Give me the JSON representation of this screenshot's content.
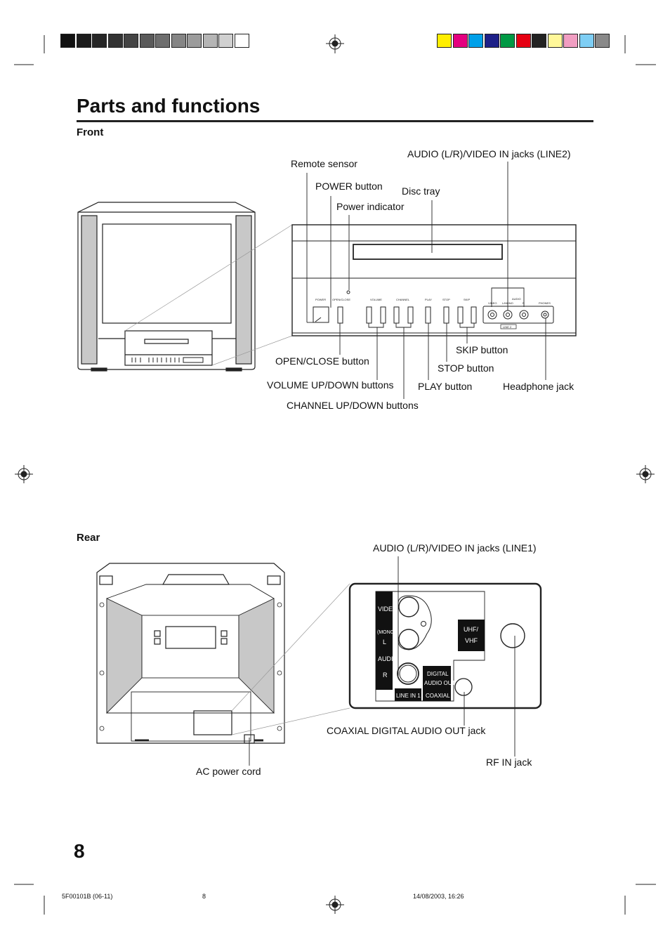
{
  "page": {
    "title": "Parts and functions",
    "page_number": "8",
    "footer": {
      "left": "5F00101B (06-11)",
      "center": "8",
      "right": "14/08/2003, 16:26"
    }
  },
  "front": {
    "heading": "Front",
    "labels": {
      "remote_sensor": "Remote sensor",
      "audio_video_in_line2": "AUDIO (L/R)/VIDEO IN jacks (LINE2)",
      "power_button": "POWER button",
      "disc_tray": "Disc tray",
      "power_indicator": "Power indicator",
      "skip_button": "SKIP button",
      "open_close_button": "OPEN/CLOSE button",
      "stop_button": "STOP button",
      "volume_buttons": "VOLUME UP/DOWN buttons",
      "play_button": "PLAY button",
      "headphone_jack": "Headphone jack",
      "channel_buttons": "CHANNEL UP/DOWN buttons"
    },
    "panel_text": {
      "power": "POWER",
      "open_close": "OPEN/CLOSE",
      "volume": "VOLUME",
      "channel": "CHANNEL",
      "play": "PLAY",
      "stop": "STOP",
      "skip": "SKIP",
      "video": "VIDEO",
      "l_mono": "L/MONO",
      "r": "R",
      "audio": "AUDIO",
      "phones": "PHONES",
      "line2": "LINE 2"
    }
  },
  "rear": {
    "heading": "Rear",
    "labels": {
      "audio_video_in_line1": "AUDIO (L/R)/VIDEO IN jacks (LINE1)",
      "coaxial_out": "COAXIAL DIGITAL AUDIO OUT jack",
      "rf_in": "RF IN jack",
      "ac_cord": "AC power cord"
    },
    "panel_text": {
      "video": "VIDEO",
      "mono": "(MONO)",
      "l": "L",
      "audio": "AUDIO",
      "r": "R",
      "line1": "LINE IN 1",
      "uhf": "UHF/",
      "vhf": "VHF",
      "digital": "DIGITAL",
      "audio_out": "AUDIO OUT",
      "coaxial": "COAXIAL"
    }
  },
  "colors": {
    "gray_bar": [
      "#111111",
      "#1c1c1c",
      "#262626",
      "#333333",
      "#444444",
      "#5a5a5a",
      "#6e6e6e",
      "#858585",
      "#9c9c9c",
      "#b5b5b5",
      "#d0d0d0",
      "#ffffff"
    ],
    "color_bar": [
      "#ffee00",
      "#e4007f",
      "#00a0e9",
      "#1d2088",
      "#009944",
      "#e60012",
      "#222222",
      "#fff799",
      "#f19ec2",
      "#7ecef4",
      "#898989"
    ]
  }
}
